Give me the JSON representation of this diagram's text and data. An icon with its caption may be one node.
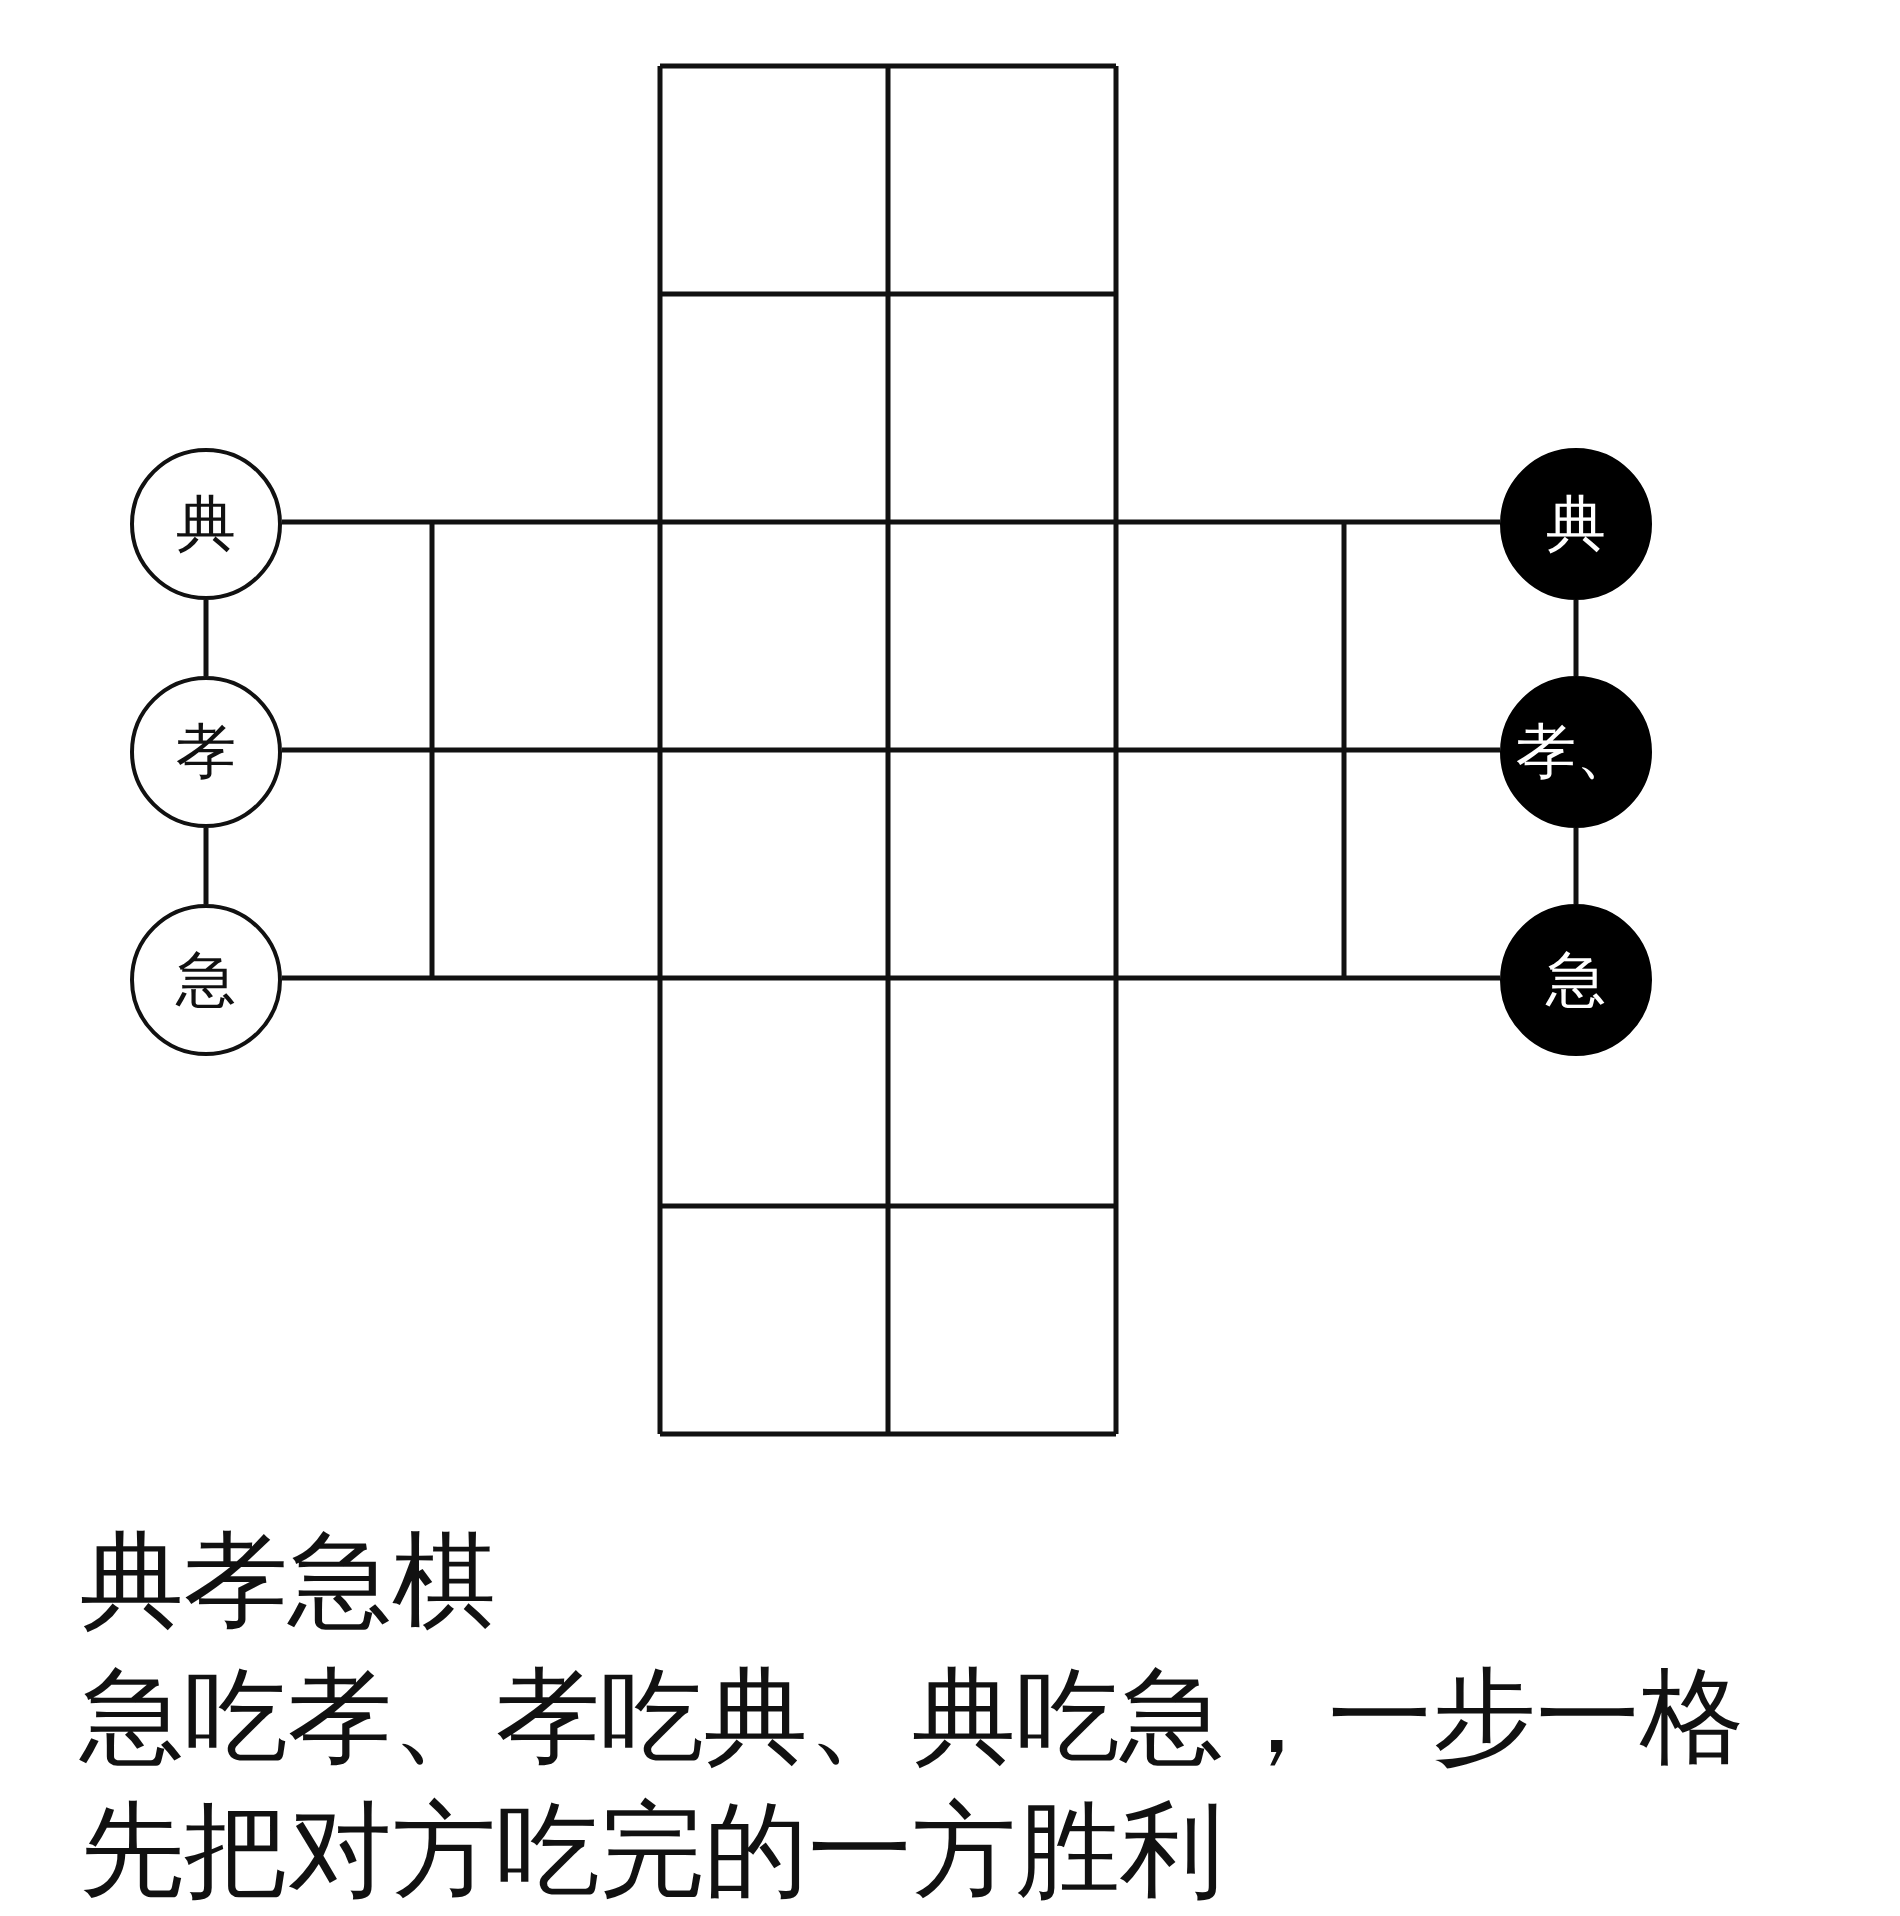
{
  "diagram": {
    "title": "典孝急棋",
    "nodes": [
      {
        "text": [
          "典"
        ]
      },
      {
        "text": [
          "孝"
        ]
      },
      {
        "text": [
          "急"
        ]
      },
      {
        "text": [
          "典"
        ]
      },
      {
        "text": [
          "孝、"
        ]
      },
      {
        "text": [
          "急"
        ]
      }
    ],
    "edges": [
      {
        "from": 0,
        "to": 1,
        "arrow": "none"
      },
      {
        "from": 1,
        "to": 2,
        "arrow": "none"
      },
      {
        "from": 3,
        "to": 4,
        "arrow": "none"
      },
      {
        "from": 4,
        "to": 5,
        "arrow": "none"
      }
    ],
    "labels": [
      "急吃孝、孝吃典、典吃急，一步一格",
      "先把对方吃完的一方胜利"
    ]
  }
}
